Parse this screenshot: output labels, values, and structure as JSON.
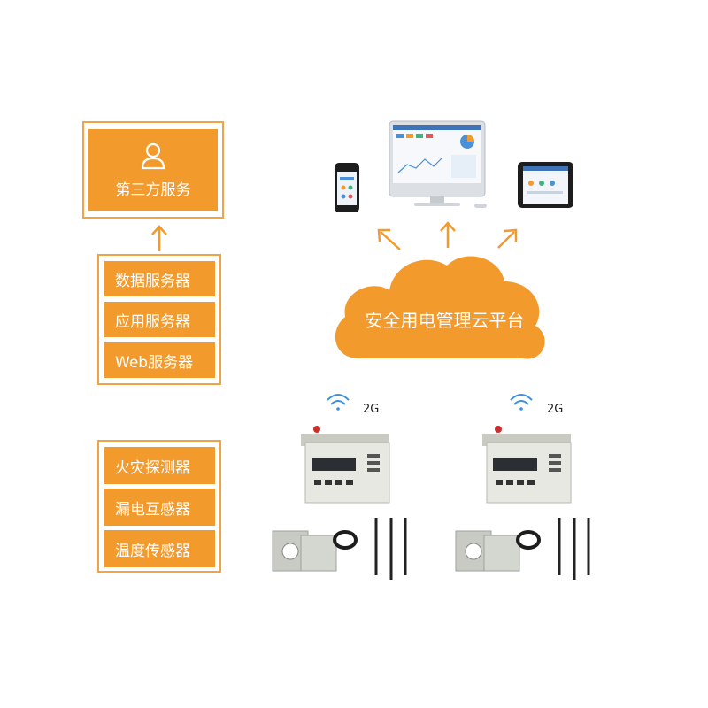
{
  "third_party": {
    "label": "第三方服务",
    "icon": "user-icon"
  },
  "servers": [
    {
      "label": "数据服务器"
    },
    {
      "label": "应用服务器"
    },
    {
      "label": "Web服务器"
    }
  ],
  "sensors": [
    {
      "label": "火灾探测器"
    },
    {
      "label": "漏电互感器"
    },
    {
      "label": "温度传感器"
    }
  ],
  "cloud": {
    "label": "安全用电管理云平台"
  },
  "devices": [
    {
      "network": "2G",
      "icon": "wifi-signal-icon"
    },
    {
      "network": "2G",
      "icon": "wifi-signal-icon"
    }
  ],
  "colors": {
    "accent": "#f39a2d",
    "border": "#f0a443",
    "arrow": "#f39a2d"
  }
}
